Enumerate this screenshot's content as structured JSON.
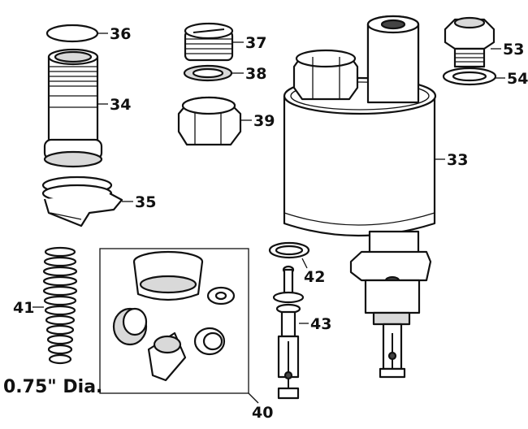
{
  "labels": {
    "p33": "33",
    "p34": "34",
    "p35": "35",
    "p36": "36",
    "p37": "37",
    "p38": "38",
    "p39": "39",
    "p40": "40",
    "p41": "41",
    "p42": "42",
    "p43": "43",
    "p53": "53",
    "p54": "54"
  },
  "spring_note": "0.75\" Dia."
}
